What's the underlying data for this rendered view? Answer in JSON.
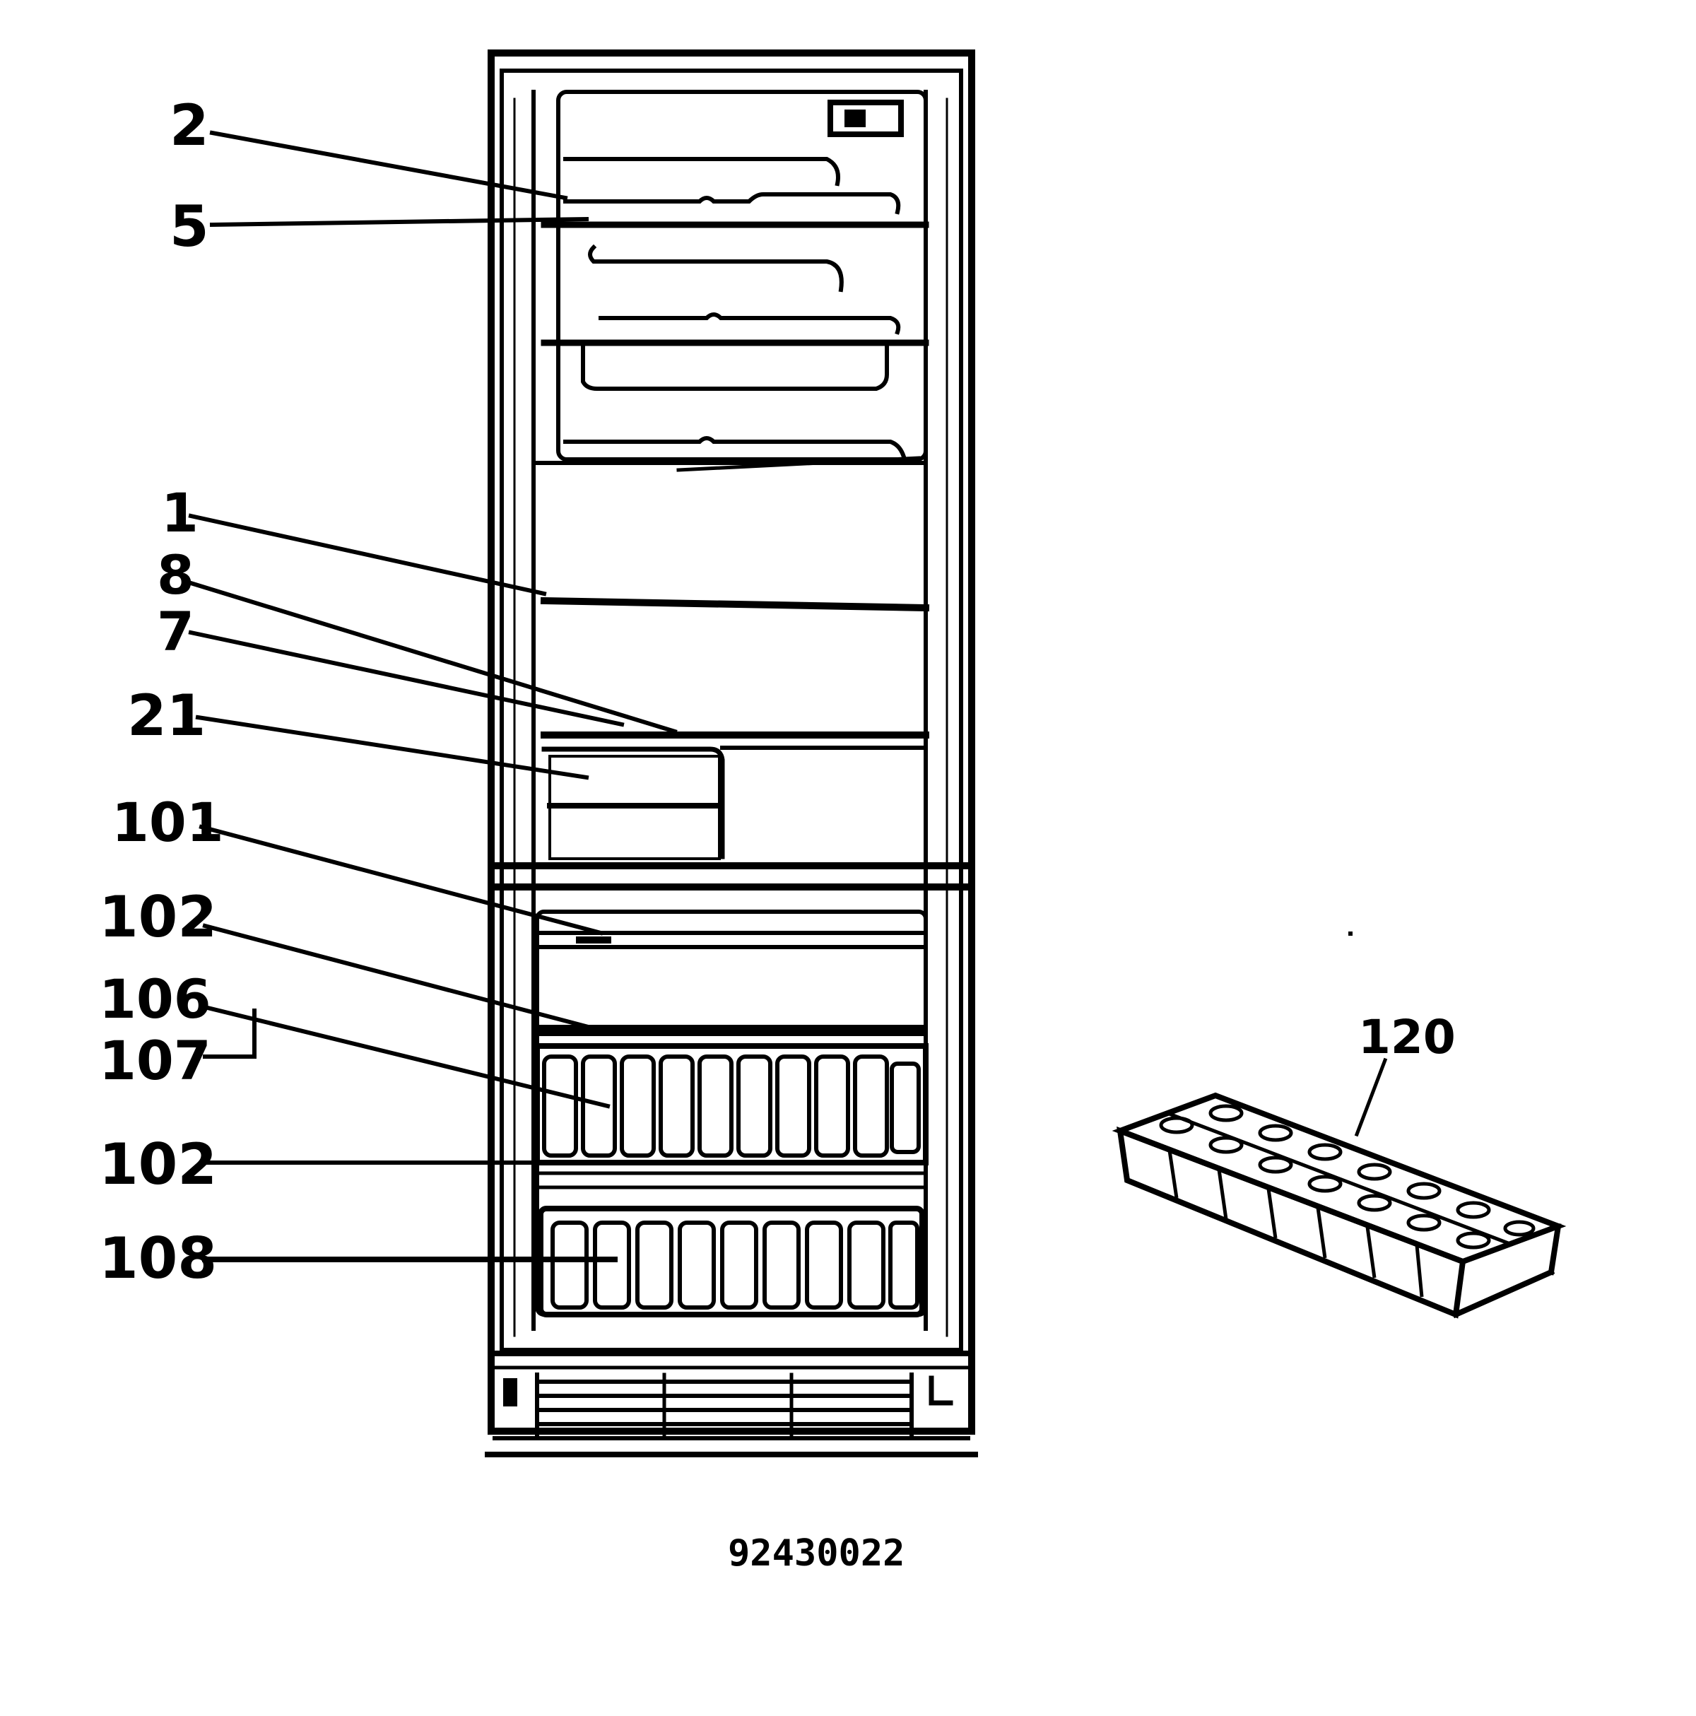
{
  "diagram": {
    "callouts": [
      {
        "id": "c2",
        "label": "2"
      },
      {
        "id": "c5",
        "label": "5"
      },
      {
        "id": "c1",
        "label": "1"
      },
      {
        "id": "c8",
        "label": "8"
      },
      {
        "id": "c7",
        "label": "7"
      },
      {
        "id": "c21",
        "label": "21"
      },
      {
        "id": "c101",
        "label": "101"
      },
      {
        "id": "c102a",
        "label": "102"
      },
      {
        "id": "c106",
        "label": "106"
      },
      {
        "id": "c107",
        "label": "107"
      },
      {
        "id": "c102b",
        "label": "102"
      },
      {
        "id": "c108",
        "label": "108"
      },
      {
        "id": "c120",
        "label": "120"
      }
    ],
    "drawing_code": "92430022"
  },
  "colors": {
    "ink": "#000000",
    "paper": "#ffffff"
  }
}
